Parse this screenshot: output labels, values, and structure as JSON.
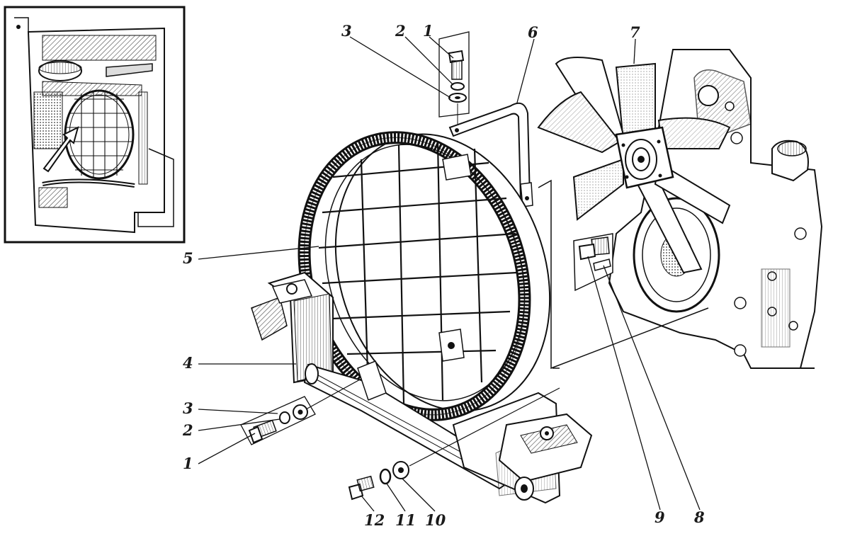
{
  "callouts": {
    "top_1": "1",
    "top_2": "2",
    "top_3": "3",
    "c4": "4",
    "c5": "5",
    "c6": "6",
    "c7": "7",
    "c8": "8",
    "c9": "9",
    "c10": "10",
    "c11": "11",
    "c12": "12",
    "left_1": "1",
    "left_2": "2",
    "left_3": "3"
  },
  "colors": {
    "ink": "#1a1a1a",
    "paper": "#ffffff",
    "shade": "#9a9a9a"
  },
  "icons": [
    "inset-engine-view",
    "fan-shroud",
    "fan-blades",
    "radiator-mount",
    "bolt",
    "washer",
    "bracket"
  ]
}
